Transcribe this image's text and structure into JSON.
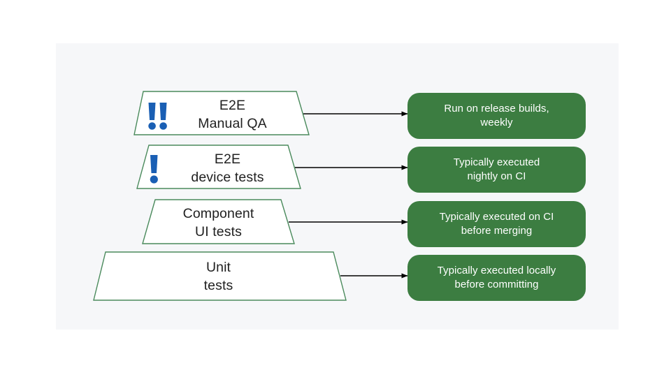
{
  "diagram": {
    "title": "Test pyramid with execution cadence callouts",
    "background_color": "#ffffff",
    "panel_color": "#f6f7f9",
    "colors": {
      "pyramid_stroke": "#4a8a5c",
      "pyramid_fill": "#ffffff",
      "callout_fill": "#3c7d41",
      "callout_text": "#ffffff",
      "tier_text": "#212121",
      "warning_icon": "#1a5fb4",
      "arrow": "#000000"
    },
    "tiers": [
      {
        "id": "e2e-manual-qa",
        "line1": "E2E",
        "line2": "Manual QA",
        "label": "E2E\nManual QA",
        "warning_count": 2,
        "callout": "Run on release builds,\nweekly",
        "callout_line1": "Run on release builds,",
        "callout_line2": "weekly"
      },
      {
        "id": "e2e-device-tests",
        "line1": "E2E",
        "line2": "device tests",
        "label": "E2E\ndevice tests",
        "warning_count": 1,
        "callout": "Typically executed\nnightly on CI",
        "callout_line1": "Typically executed",
        "callout_line2": "nightly on CI"
      },
      {
        "id": "component-ui-tests",
        "line1": "Component",
        "line2": "UI tests",
        "label": "Component\nUI tests",
        "warning_count": 0,
        "callout": "Typically executed on CI\nbefore merging",
        "callout_line1": "Typically executed on CI",
        "callout_line2": "before merging"
      },
      {
        "id": "unit-tests",
        "line1": "Unit",
        "line2": "tests",
        "label": "Unit\ntests",
        "warning_count": 0,
        "callout": "Typically executed locally\nbefore committing",
        "callout_line1": "Typically executed locally",
        "callout_line2": "before committing"
      }
    ]
  }
}
